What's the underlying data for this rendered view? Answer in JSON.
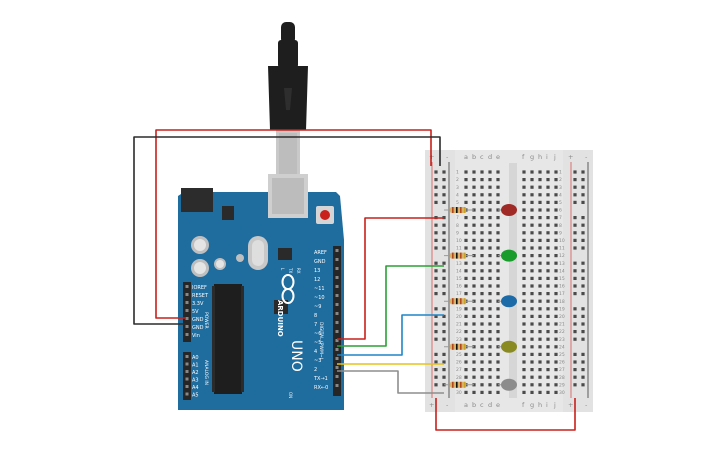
{
  "board": {
    "name": "ARDUINO",
    "model": "UNO",
    "digital_header_label": "DIGITAL (PWM~)",
    "power_header_label": "POWER",
    "analog_header_label": "ANALOG IN",
    "digital_pins": [
      "AREF",
      "GND",
      "13",
      "12",
      "~11",
      "~10",
      "~9",
      "8",
      "7",
      "~6",
      "~5",
      "4",
      "~3",
      "2",
      "TX→1",
      "RX←0"
    ],
    "power_pins": [
      "IOREF",
      "RESET",
      "3.3V",
      "5V",
      "GND",
      "GND",
      "Vin"
    ],
    "analog_pins": [
      "A0",
      "A1",
      "A2",
      "A3",
      "A4",
      "A5"
    ],
    "led_labels": [
      "L",
      "TX",
      "RX"
    ],
    "on_label": "ON"
  },
  "breadboard": {
    "columns_left": [
      "a",
      "b",
      "c",
      "d",
      "e"
    ],
    "columns_right": [
      "f",
      "g",
      "h",
      "i",
      "j"
    ],
    "rail_plus": "+",
    "rail_minus": "-",
    "row_numbers": [
      "1",
      "2",
      "3",
      "4",
      "5",
      "6",
      "7",
      "8",
      "9",
      "10",
      "11",
      "12",
      "13",
      "14",
      "15",
      "16",
      "17",
      "18",
      "19",
      "20",
      "21",
      "22",
      "23",
      "24",
      "25",
      "26",
      "27",
      "28",
      "29",
      "30"
    ]
  },
  "leds": [
    {
      "color": "red",
      "hex": "#a02a25"
    },
    {
      "color": "green",
      "hex": "#1a9c2d"
    },
    {
      "color": "blue",
      "hex": "#1d6aa8"
    },
    {
      "color": "yellow",
      "hex": "#8a8a22"
    },
    {
      "color": "gray",
      "hex": "#8c8c8c"
    }
  ],
  "wires": [
    {
      "name": "wire-5v",
      "color": "#c9201c"
    },
    {
      "name": "wire-gnd",
      "color": "#2b2b2b"
    },
    {
      "name": "wire-pin7",
      "color": "#c9201c"
    },
    {
      "name": "wire-pin6",
      "color": "#2aa035"
    },
    {
      "name": "wire-pin5",
      "color": "#1f86c8"
    },
    {
      "name": "wire-pin3-yellow",
      "color": "#e6c21a"
    },
    {
      "name": "wire-pin3-gray",
      "color": "#8e8e8e"
    },
    {
      "name": "wire-rail-bridge",
      "color": "#c9201c"
    }
  ]
}
